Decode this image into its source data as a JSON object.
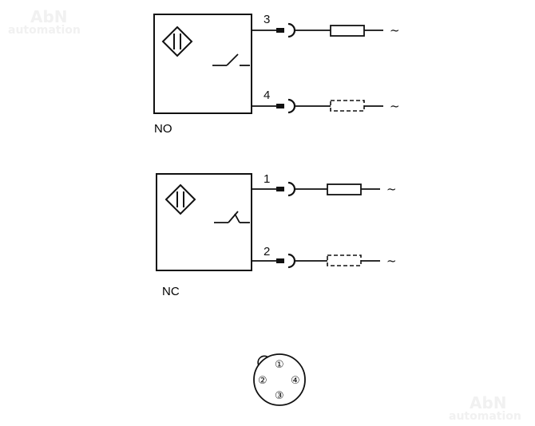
{
  "watermark": {
    "brand": "AbN",
    "sub": "automation"
  },
  "diagrams": [
    {
      "mode": "NO",
      "terminals": [
        {
          "pin": "3",
          "load": "solid",
          "supply": "~"
        },
        {
          "pin": "4",
          "load": "dashed",
          "supply": "~"
        }
      ]
    },
    {
      "mode": "NC",
      "terminals": [
        {
          "pin": "1",
          "load": "solid",
          "supply": "~"
        },
        {
          "pin": "2",
          "load": "dashed",
          "supply": "~"
        }
      ]
    }
  ],
  "connector": {
    "pins": [
      {
        "label": "①"
      },
      {
        "label": "②"
      },
      {
        "label": "④"
      },
      {
        "label": "③"
      }
    ]
  }
}
